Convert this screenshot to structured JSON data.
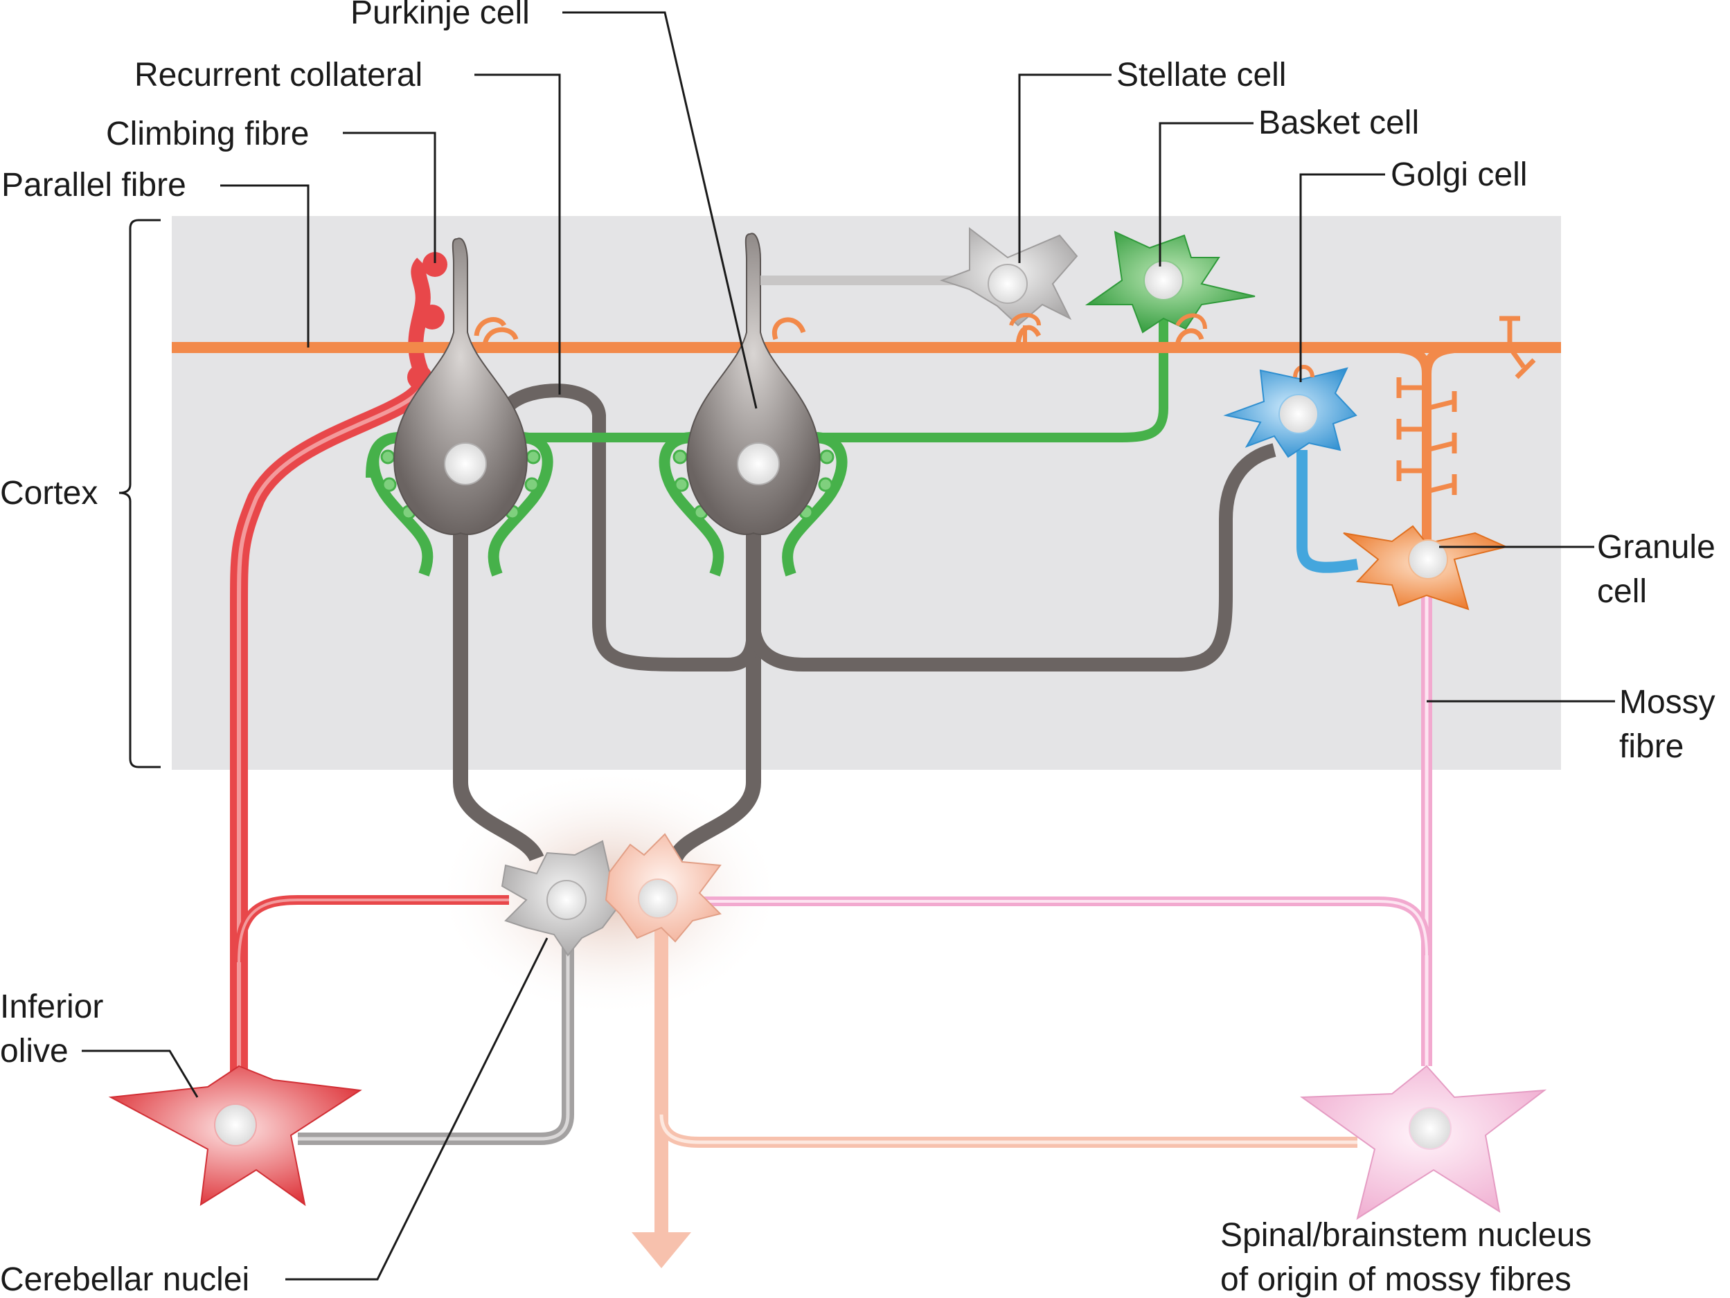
{
  "labels": {
    "purkinje_cell": "Purkinje cell",
    "recurrent_collateral": "Recurrent collateral",
    "climbing_fibre": "Climbing fibre",
    "parallel_fibre": "Parallel fibre",
    "stellate_cell": "Stellate cell",
    "basket_cell": "Basket cell",
    "golgi_cell": "Golgi cell",
    "cortex": "Cortex",
    "granule_cell_line1": "Granule",
    "granule_cell_line2": "cell",
    "mossy_fibre_line1": "Mossy",
    "mossy_fibre_line2": "fibre",
    "inferior_olive_line1": "Inferior",
    "inferior_olive_line2": "olive",
    "cerebellar_nuclei": "Cerebellar nuclei",
    "spinal_nucleus_line1": "Spinal/brainstem nucleus",
    "spinal_nucleus_line2": "of origin of mossy fibres"
  },
  "colors": {
    "cortex_band": "#e4e4e6",
    "climbing_fibre": "#e8474a",
    "parallel_fibre": "#f2894a",
    "purkinje": "#6b6462",
    "basket": "#46b14a",
    "stellate": "#c8c6c6",
    "golgi": "#44a6dd",
    "granule": "#f2894a",
    "mossy_fibre": "#f2a9cf",
    "nuclear_grey": "#a3a1a1",
    "nuclear_peach": "#f7c1ad",
    "olive": "#e8474a",
    "spinal_nucleus": "#f6c0de"
  }
}
